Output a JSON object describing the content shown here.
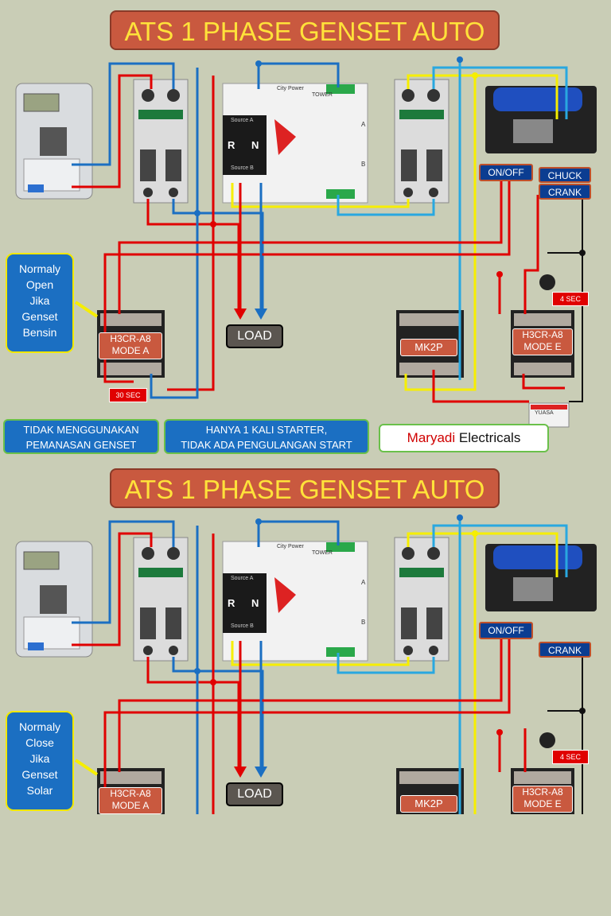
{
  "panels": [
    {
      "title": "ATS 1 PHASE GENSET AUTO",
      "note": [
        "Normaly",
        "Open",
        "Jika",
        "Genset",
        "Bensin"
      ],
      "load": "LOAD",
      "relay_a": [
        "H3CR-A8",
        "MODE A"
      ],
      "relay_e": [
        "H3CR-A8",
        "MODE E"
      ],
      "mk2p": "MK2P",
      "on_off": "ON/OFF",
      "chuck": "CHUCK",
      "crank": "CRANK",
      "timer_a": "30 SEC",
      "timer_e": "4 SEC",
      "info1": [
        "TIDAK MENGGUNAKAN",
        "PEMANASAN GENSET"
      ],
      "info2": [
        "HANYA 1 KALI STARTER,",
        "TIDAK ADA PENGULANGAN START"
      ],
      "brand_red": "Maryadi",
      "brand_rest": " Electricals",
      "ats": {
        "brand": "City Power",
        "model": "TOWER",
        "source_a": "Source A",
        "source_b": "Source B",
        "r": "R",
        "n": "N",
        "a": "A",
        "b": "B",
        "battery": "YUASA"
      }
    },
    {
      "title": "ATS 1 PHASE GENSET AUTO",
      "note": [
        "Normaly",
        "Close",
        "Jika",
        "Genset",
        "Solar"
      ],
      "load": "LOAD",
      "relay_a": [
        "H3CR-A8",
        "MODE A"
      ],
      "relay_e": [
        "H3CR-A8",
        "MODE E"
      ],
      "mk2p": "MK2P",
      "on_off": "ON/OFF",
      "crank": "CRANK",
      "timer_e": "4 SEC",
      "ats": {
        "brand": "City Power",
        "model": "TOWER",
        "source_a": "Source A",
        "source_b": "Source B",
        "r": "R",
        "n": "N",
        "a": "A",
        "b": "B"
      }
    }
  ],
  "colors": {
    "background": "#c9cdb6",
    "title_bg": "#c9593f",
    "title_text": "#ffe23a",
    "wire_red": "#e00000",
    "wire_blue": "#1b6fc2",
    "wire_yellow": "#f6ee00",
    "wire_cyan": "#29a8e0",
    "wire_black": "#111111",
    "label_blue": "#0b3d91"
  }
}
